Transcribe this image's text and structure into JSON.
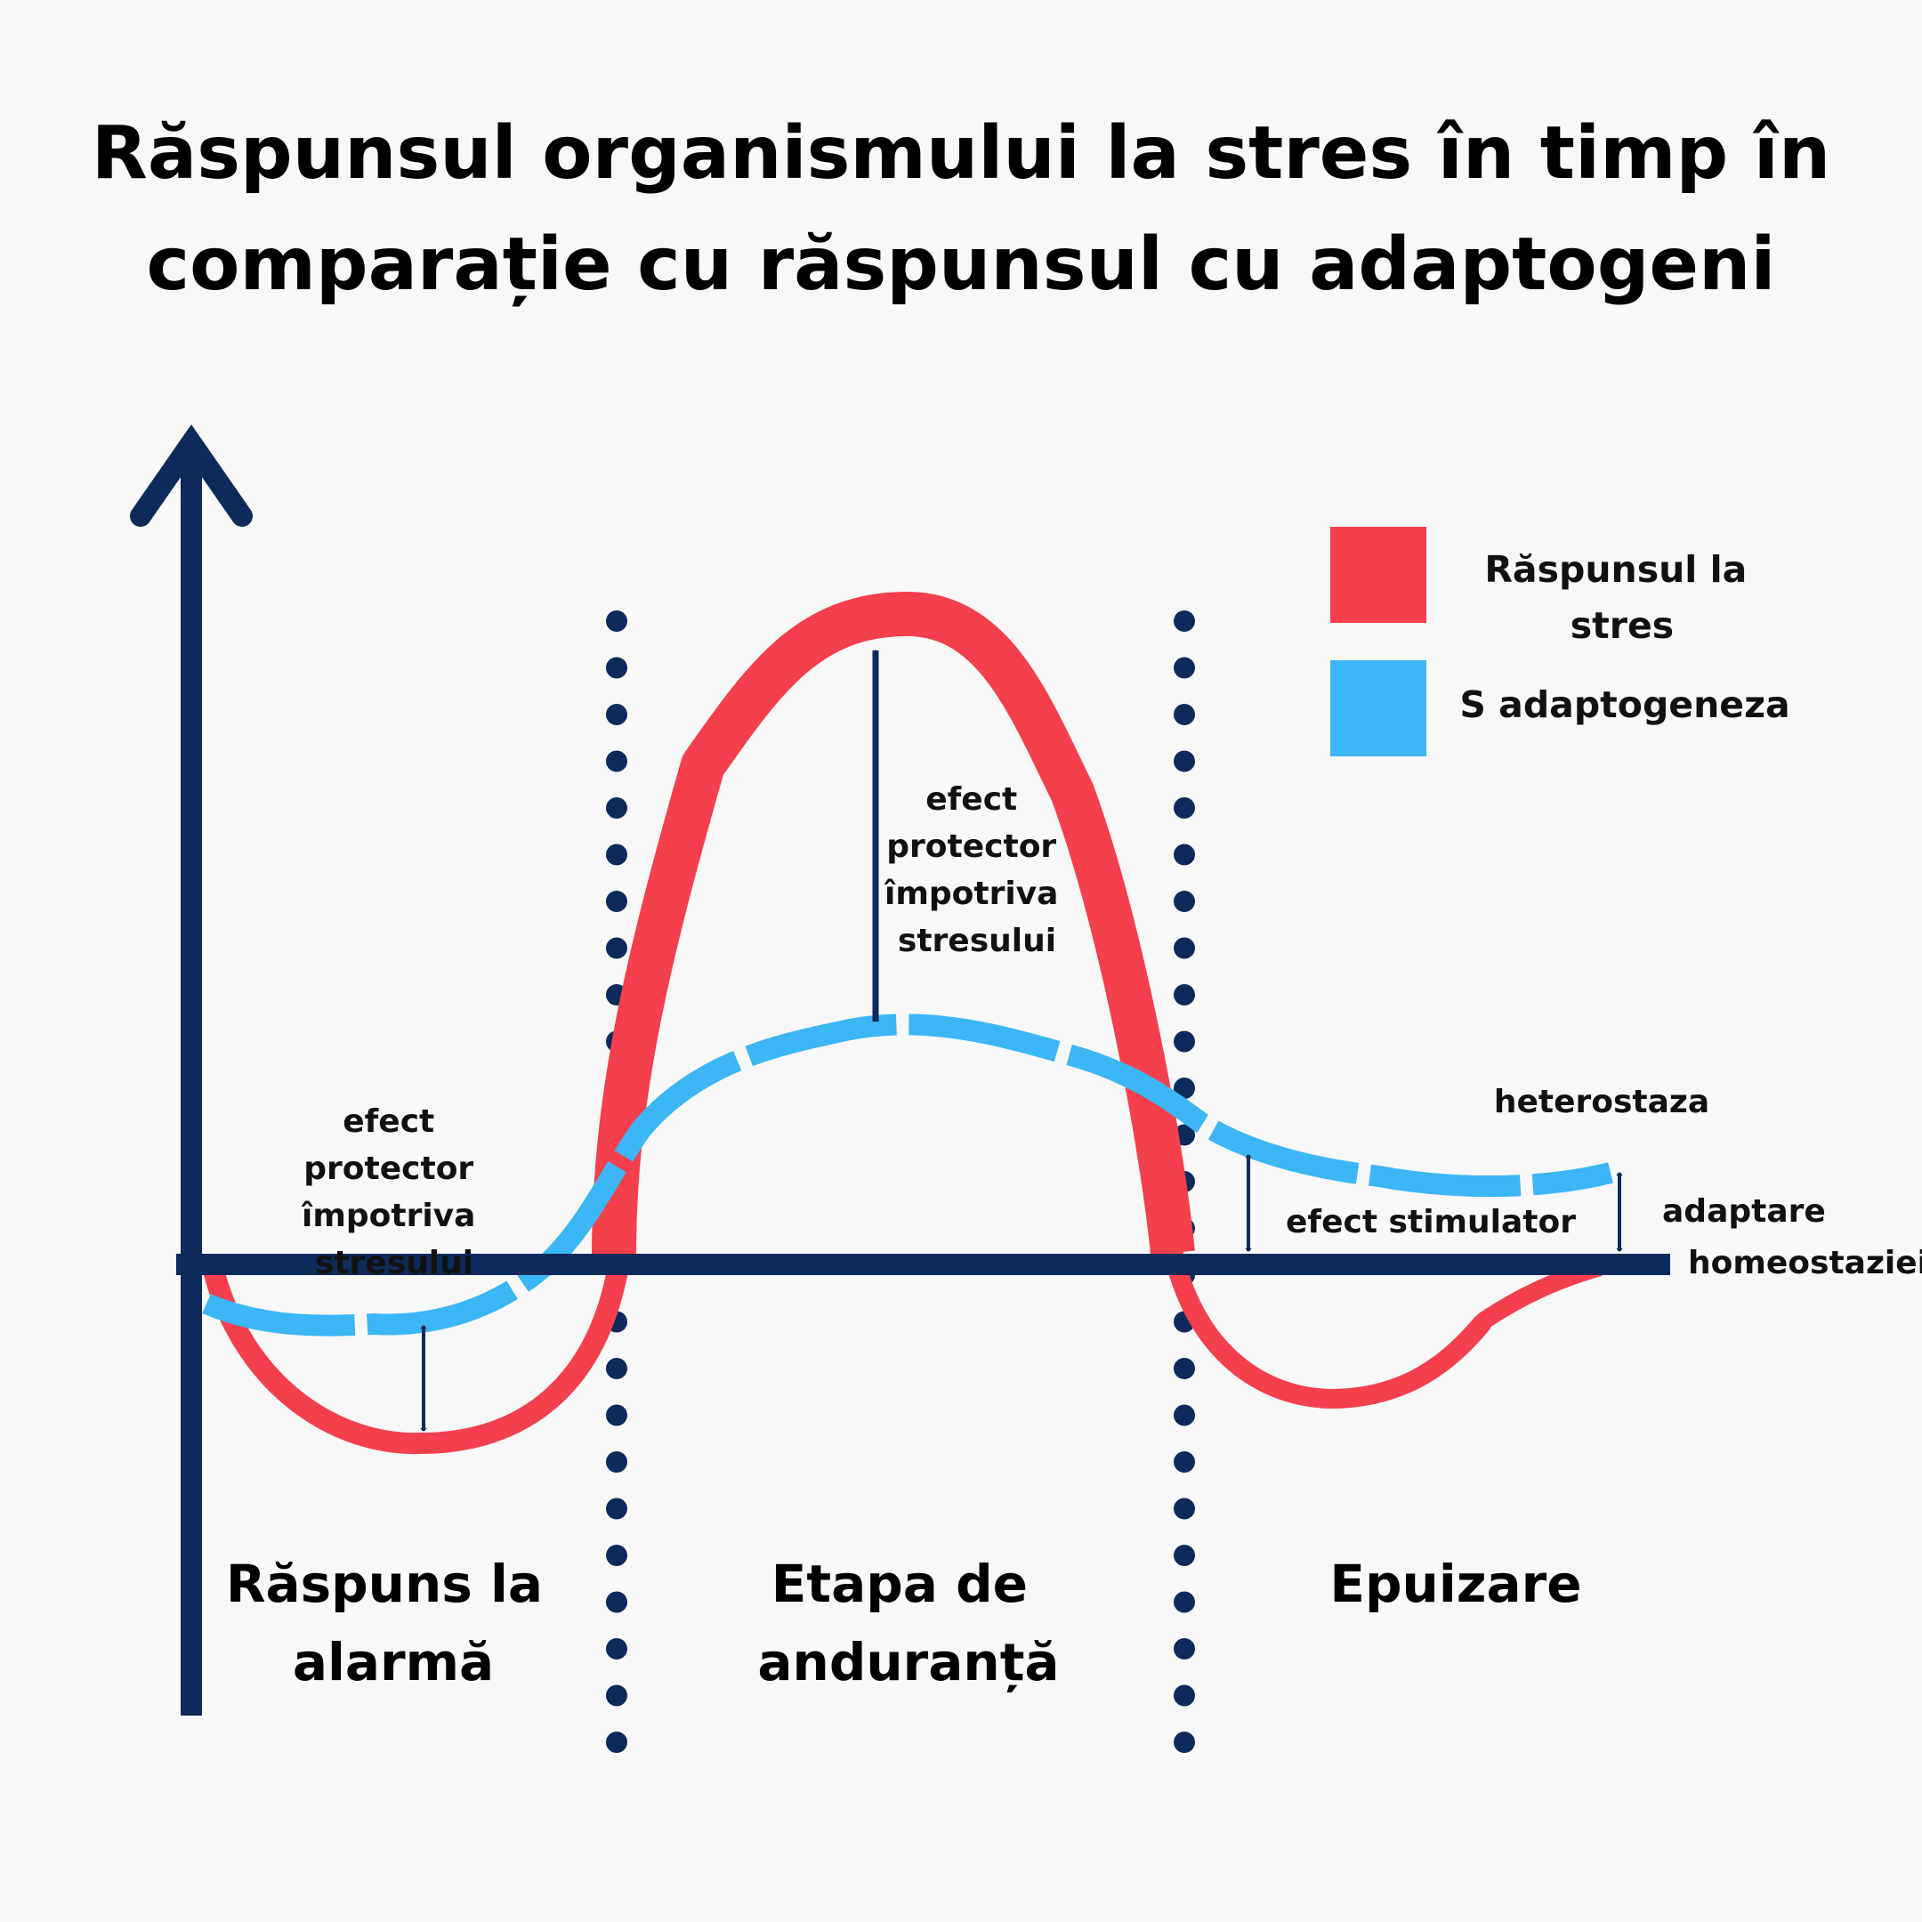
{
  "title": {
    "line1": "Răspunsul organismului la stres în timp în",
    "line2": "comparație cu răspunsul cu adaptogeni"
  },
  "legend": {
    "stress": {
      "line1": "Răspunsul la",
      "line2": "stres",
      "color": "#f43f4c"
    },
    "adapto": {
      "label": "S adaptogeneza",
      "color": "#3cb6f5"
    }
  },
  "axis_color": "#0d2a5a",
  "annotations": {
    "protect_left": [
      "efect",
      "protector",
      "împotriva",
      "stresului"
    ],
    "protect_mid": [
      "efect",
      "protector",
      "împotriva",
      "stresului"
    ],
    "heterostaza": "heterostaza",
    "stimulator": "efect stimulator",
    "adaptare": [
      "adaptare",
      "homeostaziei"
    ]
  },
  "phases": {
    "alarm": [
      "Răspuns la",
      "alarmă"
    ],
    "endurance": [
      "Etapa de",
      "anduranță"
    ],
    "exhaustion": [
      "Epuizare"
    ]
  }
}
